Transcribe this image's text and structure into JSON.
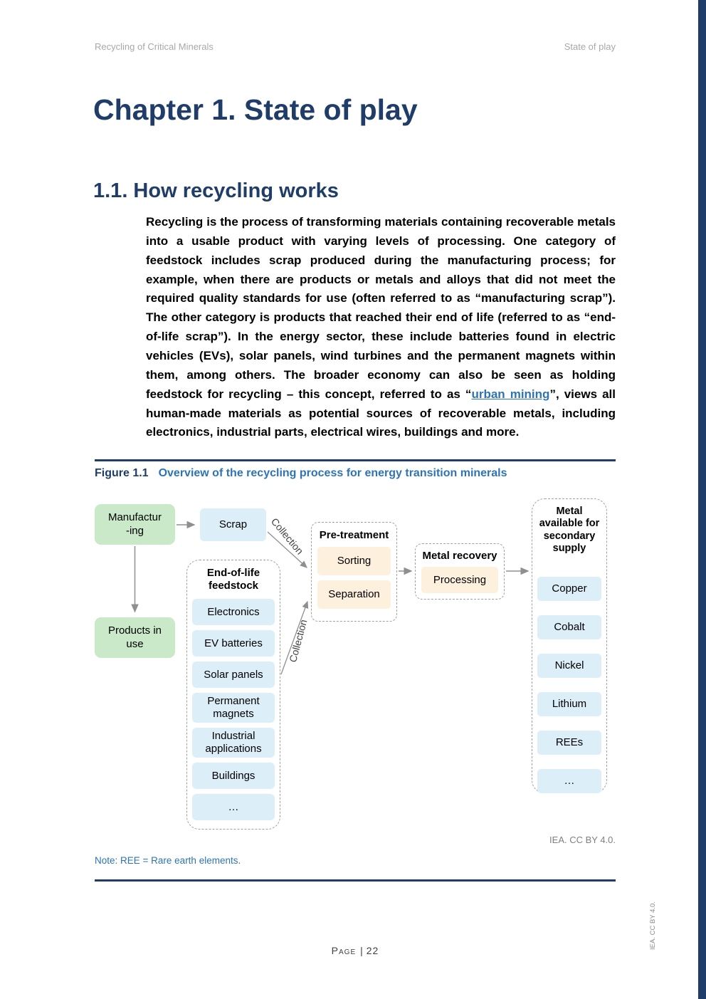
{
  "page": {
    "header_left": "Recycling of Critical Minerals",
    "header_right": "State of play",
    "chapter_title": "Chapter 1. State of play",
    "section_title": "1.1. How recycling works",
    "footer_label": "Page",
    "footer_divider": "|",
    "footer_page": "22",
    "side_credit": "IEA. CC BY 4.0."
  },
  "body": {
    "para_before": "Recycling is the process of transforming materials containing recoverable metals into a usable product with varying levels of processing. One category of feedstock includes scrap produced during the manufacturing process; for example, when there are products or metals and alloys that did not meet the required quality standards for use (often referred to as “manufacturing scrap”). The other category is products that reached their end of life (referred to as “end-of-life scrap”). In the energy sector, these include batteries found in electric vehicles (EVs), solar panels, wind turbines and the permanent magnets within them, among others. The broader economy can also be seen as holding feedstock for recycling – this concept, referred to as “",
    "link_text": "urban mining",
    "para_after": "”, views all human-made materials as potential sources of recoverable metals, including electronics, industrial parts, electrical wires, buildings and more."
  },
  "figure": {
    "label": "Figure 1.1",
    "caption": "Overview of the recycling process for energy transition minerals",
    "credit": "IEA. CC BY 4.0.",
    "note": "Note: REE = Rare earth elements."
  },
  "diagram": {
    "manufacturing": "Manufactur\n-ing",
    "scrap": "Scrap",
    "products_in_use": "Products in use",
    "collection_label_1": "Collection",
    "collection_label_2": "Collection",
    "eol": {
      "title": "End-of-life feedstock",
      "items": [
        "Electronics",
        "EV batteries",
        "Solar panels",
        "Permanent magnets",
        "Industrial applications",
        "Buildings",
        "…"
      ]
    },
    "pretreatment": {
      "title": "Pre-treatment",
      "items": [
        "Sorting",
        "Separation"
      ]
    },
    "metal_recovery": {
      "title": "Metal recovery",
      "items": [
        "Processing"
      ]
    },
    "secondary_supply": {
      "title": "Metal available for secondary supply",
      "items": [
        "Copper",
        "Cobalt",
        "Nickel",
        "Lithium",
        "REEs",
        "…"
      ]
    },
    "colors": {
      "accent_navy": "#1f3d68",
      "link_blue": "#2e74b5",
      "box_green": "#c9e9c9",
      "box_blue": "#dceef8",
      "box_cream": "#fdf1dd",
      "arrow_gray": "#8f8f8f"
    }
  }
}
